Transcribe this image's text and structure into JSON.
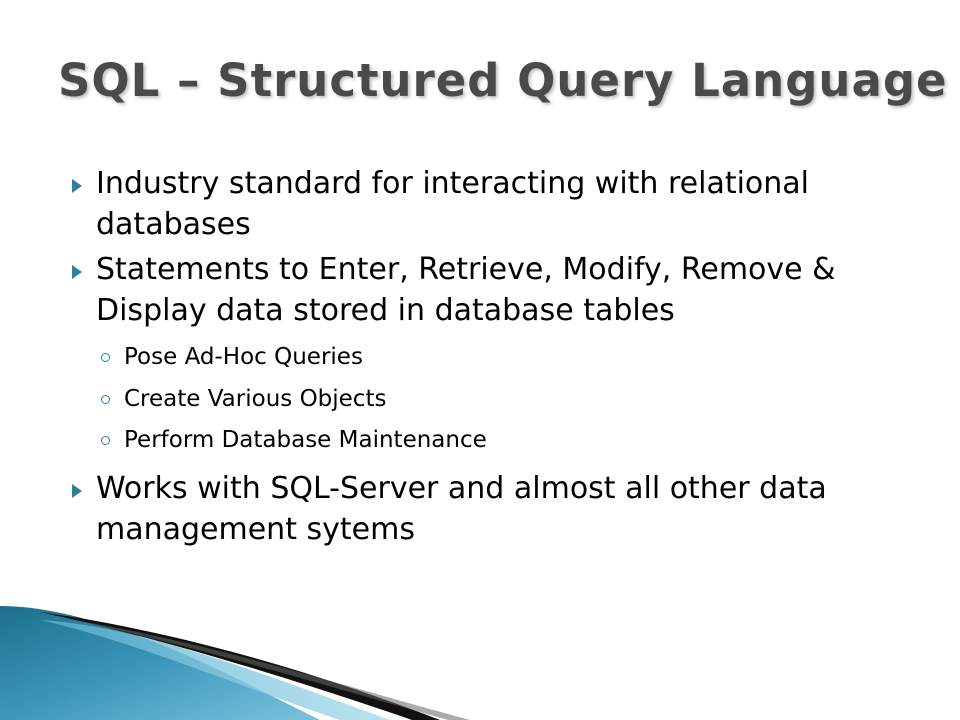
{
  "slide": {
    "title": "SQL – Structured Query Language",
    "bullets": [
      {
        "text": "Industry standard for interacting with relational databases"
      },
      {
        "text": "Statements to Enter, Retrieve, Modify, Remove & Display data stored in database tables",
        "sub": [
          "Pose Ad-Hoc Queries",
          "Create Various Objects",
          "Perform Database Maintenance"
        ]
      },
      {
        "text": "Works with SQL-Server and almost all other data management sytems"
      }
    ],
    "colors": {
      "title": "#4a4a4a",
      "bullet_arrow": "#2f7fa0",
      "sub_bullet": "#2f7fa0",
      "wave_dark": "#1c6f8c",
      "wave_light": "#7cc3dd",
      "stripe": "#111111"
    }
  }
}
